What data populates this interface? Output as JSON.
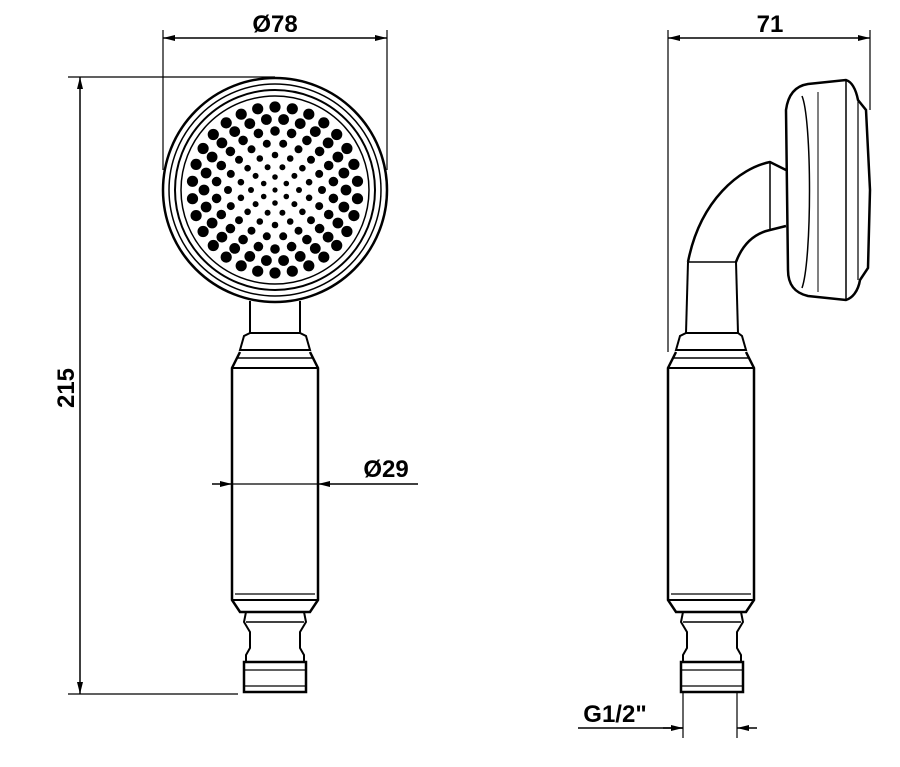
{
  "dimensions": {
    "head_diameter": "Ø78",
    "handle_diameter": "Ø29",
    "overall_length": "215",
    "side_depth": "71",
    "thread": "G1/2\""
  },
  "colors": {
    "line": "#000000",
    "background": "#ffffff"
  }
}
